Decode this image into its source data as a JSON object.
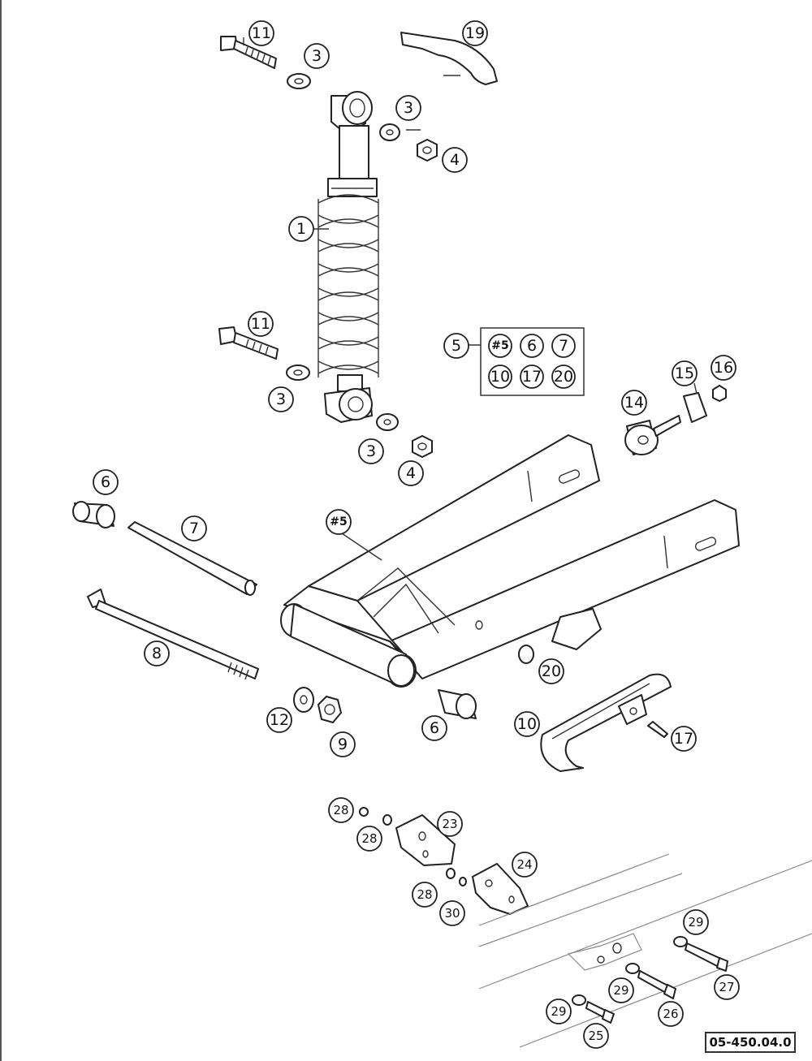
{
  "diagram": {
    "code": "05-450.04.0",
    "callouts": [
      {
        "id": "c11a",
        "label": "11"
      },
      {
        "id": "c3a",
        "label": "3"
      },
      {
        "id": "c19",
        "label": "19"
      },
      {
        "id": "c3b",
        "label": "3"
      },
      {
        "id": "c4a",
        "label": "4"
      },
      {
        "id": "c1",
        "label": "1"
      },
      {
        "id": "c11b",
        "label": "11"
      },
      {
        "id": "c3c",
        "label": "3"
      },
      {
        "id": "c3d",
        "label": "3"
      },
      {
        "id": "c4b",
        "label": "4"
      },
      {
        "id": "c5",
        "label": "5"
      },
      {
        "id": "c16",
        "label": "16"
      },
      {
        "id": "c15",
        "label": "15"
      },
      {
        "id": "c14",
        "label": "14"
      },
      {
        "id": "c6a",
        "label": "6"
      },
      {
        "id": "c7",
        "label": "7"
      },
      {
        "id": "c5tag",
        "label": "#5"
      },
      {
        "id": "c8",
        "label": "8"
      },
      {
        "id": "c20",
        "label": "20"
      },
      {
        "id": "c12",
        "label": "12"
      },
      {
        "id": "c9",
        "label": "9"
      },
      {
        "id": "c6b",
        "label": "6"
      },
      {
        "id": "c10",
        "label": "10"
      },
      {
        "id": "c17",
        "label": "17"
      },
      {
        "id": "c28a",
        "label": "28"
      },
      {
        "id": "c28b",
        "label": "28"
      },
      {
        "id": "c23",
        "label": "23"
      },
      {
        "id": "c24",
        "label": "24"
      },
      {
        "id": "c28c",
        "label": "28"
      },
      {
        "id": "c30",
        "label": "30"
      },
      {
        "id": "c29a",
        "label": "29"
      },
      {
        "id": "c27",
        "label": "27"
      },
      {
        "id": "c29b",
        "label": "29"
      },
      {
        "id": "c29c",
        "label": "29"
      },
      {
        "id": "c26",
        "label": "26"
      },
      {
        "id": "c25",
        "label": "25"
      }
    ],
    "kit_box": {
      "items": [
        "#5",
        "6",
        "7",
        "10",
        "17",
        "20"
      ]
    }
  }
}
